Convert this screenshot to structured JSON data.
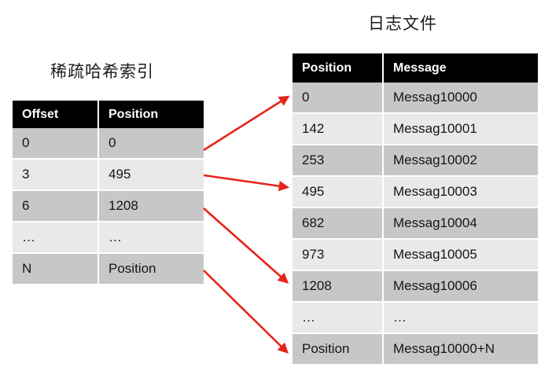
{
  "index_panel": {
    "title": "稀疏哈希索引",
    "columns": [
      "Offset",
      "Position"
    ],
    "rows": [
      {
        "offset": "0",
        "position": "0"
      },
      {
        "offset": "3",
        "position": "495"
      },
      {
        "offset": "6",
        "position": "1208"
      },
      {
        "offset": "…",
        "position": "…"
      },
      {
        "offset": "N",
        "position": "Position"
      }
    ]
  },
  "log_panel": {
    "title": "日志文件",
    "columns": [
      "Position",
      "Message"
    ],
    "rows": [
      {
        "position": "0",
        "message": "Messag10000"
      },
      {
        "position": "142",
        "message": "Messag10001"
      },
      {
        "position": "253",
        "message": "Messag10002"
      },
      {
        "position": "495",
        "message": "Messag10003"
      },
      {
        "position": "682",
        "message": "Messag10004"
      },
      {
        "position": "973",
        "message": "Messag10005"
      },
      {
        "position": "1208",
        "message": "Messag10006"
      },
      {
        "position": "…",
        "message": "…"
      },
      {
        "position": "Position",
        "message": "Messag10000+N"
      }
    ]
  },
  "arrows": {
    "color": "#e8231a",
    "lookups": [
      {
        "from_index_row": 0,
        "to_log_row": 0,
        "label": "offset-0-to-position-0"
      },
      {
        "from_index_row": 1,
        "to_log_row": 3,
        "label": "offset-3-to-position-495"
      },
      {
        "from_index_row": 2,
        "to_log_row": 6,
        "label": "offset-6-to-position-1208"
      },
      {
        "from_index_row": 4,
        "to_log_row": 8,
        "label": "offset-N-to-position-N"
      }
    ]
  },
  "colors": {
    "header_bg": "#000000",
    "header_fg": "#ffffff",
    "band_dark": "#c7c7c7",
    "band_light": "#e9e9e9",
    "arrow_red": "#e8231a",
    "page_bg": "#ffffff",
    "text": "#151515"
  }
}
